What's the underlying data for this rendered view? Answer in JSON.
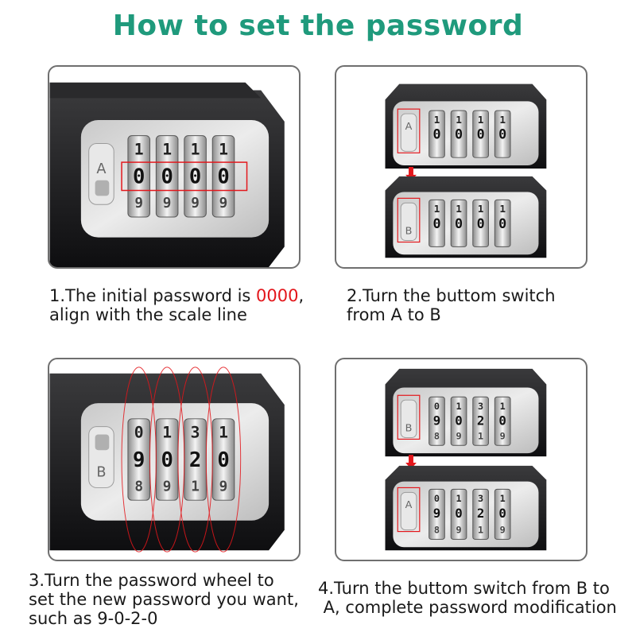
{
  "title": "How to set the password",
  "steps": [
    {
      "line1_a": "1.The initial password is ",
      "line1_highlight": "0000",
      "line1_b": ",",
      "line2": "align with the scale line",
      "switch": "A",
      "top_digits": [
        "1",
        "1",
        "1",
        "1"
      ],
      "mid_digits": [
        "0",
        "0",
        "0",
        "0"
      ],
      "bot_digits": [
        "9",
        "9",
        "9",
        "9"
      ]
    },
    {
      "line1": "2.Turn the buttom switch",
      "line2": "from A to B",
      "top_switch": "A",
      "bottom_switch": "B",
      "top_digits": [
        "1",
        "1",
        "1",
        "1"
      ],
      "mid_digits": [
        "0",
        "0",
        "0",
        "0"
      ]
    },
    {
      "line1": "3.Turn the password wheel to",
      "line2": "set the new password you want,",
      "line3": "such as 9-0-2-0",
      "switch": "B",
      "top_digits": [
        "0",
        "1",
        "3",
        "1"
      ],
      "mid_digits": [
        "9",
        "0",
        "2",
        "0"
      ],
      "bot_digits": [
        "8",
        "9",
        "1",
        "9"
      ]
    },
    {
      "line1": "4.Turn the buttom switch from B to",
      "line2": " A, complete password modification",
      "top_switch": "B",
      "bottom_switch": "A",
      "top_digits": [
        "0",
        "1",
        "3",
        "1"
      ],
      "mid_digits": [
        "9",
        "0",
        "2",
        "0"
      ],
      "bot_digits": [
        "8",
        "9",
        "1",
        "9"
      ]
    }
  ],
  "colors": {
    "title": "#1f9a7c",
    "highlight": "#e3161b",
    "lock_body": "#1c1c1e",
    "lock_face": "#d9d9d9",
    "marker": "#e3161b"
  }
}
